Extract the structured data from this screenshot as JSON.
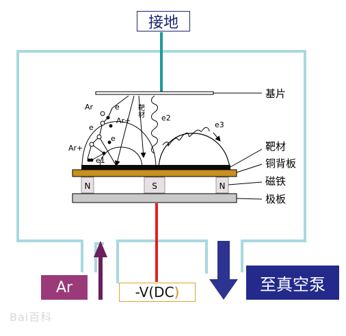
{
  "labels": {
    "ground": "接地",
    "substrate": "基片",
    "target": "靶材",
    "copper_backplate": "铜背板",
    "magnet": "磁铁",
    "pole_plate": "极板",
    "ar_gas": "Ar",
    "dc_voltage": "-V(DC",
    "dc_paren": ")",
    "to_vacuum_pump": "至真空泵"
  },
  "annotations": {
    "ar": "Ar",
    "e": "e",
    "ar_plus": "Ar+",
    "e1": "e1",
    "e2": "e2",
    "e3": "e3",
    "target_vertical": "靶材"
  },
  "magnets": {
    "left": "N",
    "center": "S",
    "right": "N"
  },
  "watermark": "Bai百科",
  "colors": {
    "chamber": "#a8d8e0",
    "ground_wire": "#1e9a9a",
    "copper": "#c8901e",
    "target": "#0b0b0b",
    "magnet_fill": "#e7e0e4",
    "magnet_label": "#1f2f8a",
    "pole_plate": "#c9c9c9",
    "dc_wire": "#e02020",
    "ar_box": "#9a3a78",
    "ar_arrow": "#6a1f5e",
    "vacuum_box": "#232a8c",
    "vacuum_arrow": "#2c3390"
  }
}
